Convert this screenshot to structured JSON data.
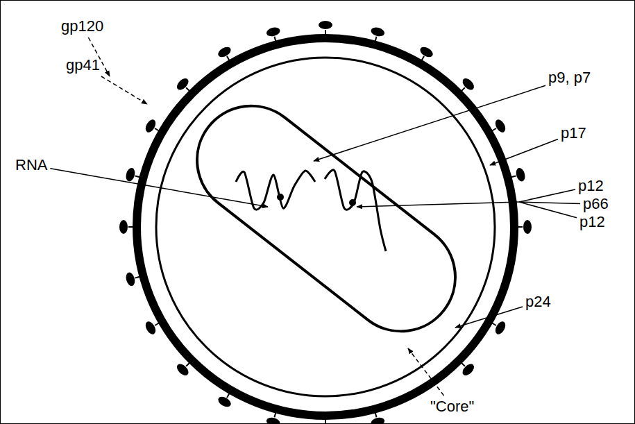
{
  "diagram": {
    "labels": [
      "gp120",
      "gp41",
      "RNA",
      "p9, p7",
      "p17",
      "p12",
      "p66",
      "p12",
      "p24",
      "\"Core\""
    ]
  }
}
